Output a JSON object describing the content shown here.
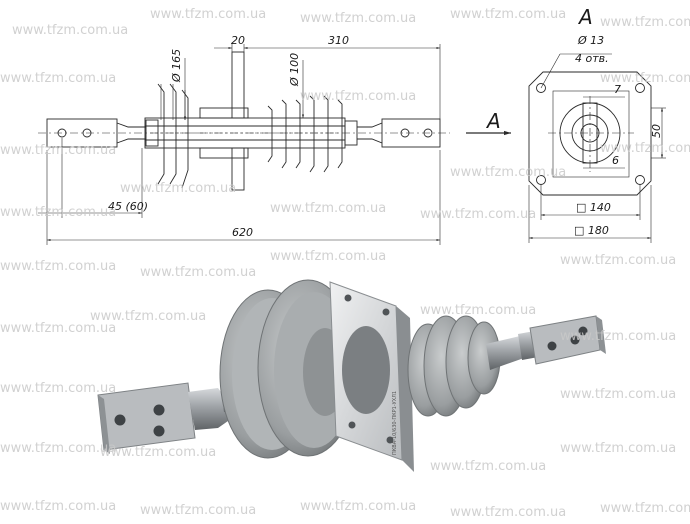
{
  "watermark": {
    "text": "www.tfzm.com.ua"
  },
  "drawing": {
    "dims": {
      "d165": "Ø 165",
      "d100": "Ø 100",
      "w20": "20",
      "len310": "310",
      "len620": "620",
      "off45": "45 (60)"
    },
    "view_a": {
      "arrow_label": "A",
      "title": "A",
      "hole_dia": "Ø 13",
      "hole_count": "4 отв.",
      "dim7": "7",
      "dim6": "6",
      "dim50": "50",
      "sq140": "□ 140",
      "sq180": "□ 180"
    }
  },
  "render": {
    "flange_marking": "ПКВА-10/630-ПКР1-УХЛ1"
  },
  "colors": {
    "line": "#2a2a2a",
    "hatch": "#555555",
    "watermark": "#c9c9c9",
    "metal": "#b8bcc0",
    "rubber": "#8e9294"
  }
}
